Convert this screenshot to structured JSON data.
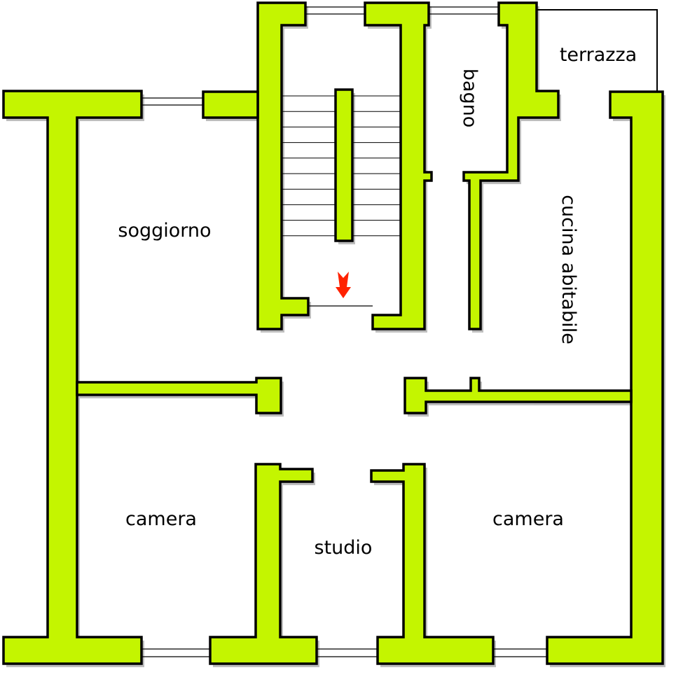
{
  "plan": {
    "colors": {
      "wall": "#c4f500",
      "outline": "#000000",
      "background": "#ffffff",
      "entrance_arrow": "#ff2200"
    },
    "rooms": {
      "living": "soggiorno",
      "bathroom": "bagno",
      "terrace": "terrazza",
      "kitchen": "cucina abitabile",
      "bedroom_left": "camera",
      "study": "studio",
      "bedroom_right": "camera"
    },
    "icons": {
      "entrance": "down-arrow-icon"
    }
  }
}
